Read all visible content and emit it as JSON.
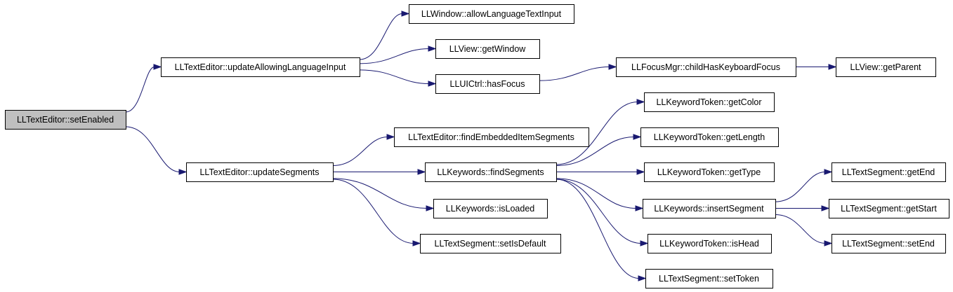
{
  "graph": {
    "colors": {
      "edge": "#191970",
      "root_fill": "#bfbfbf",
      "node_fill": "#ffffff",
      "border": "#000000"
    },
    "nodes": [
      {
        "id": "setEnabled",
        "label": "LLTextEditor::setEnabled",
        "root": true
      },
      {
        "id": "updAllow",
        "label": "LLTextEditor::updateAllowingLanguageInput"
      },
      {
        "id": "updSeg",
        "label": "LLTextEditor::updateSegments"
      },
      {
        "id": "allowLang",
        "label": "LLWindow::allowLanguageTextInput"
      },
      {
        "id": "getWindow",
        "label": "LLView::getWindow"
      },
      {
        "id": "hasFocus",
        "label": "LLUICtrl::hasFocus"
      },
      {
        "id": "childKb",
        "label": "LLFocusMgr::childHasKeyboardFocus"
      },
      {
        "id": "getParent",
        "label": "LLView::getParent"
      },
      {
        "id": "findEmb",
        "label": "LLTextEditor::findEmbeddedItemSegments"
      },
      {
        "id": "findSeg",
        "label": "LLKeywords::findSegments"
      },
      {
        "id": "isLoaded",
        "label": "LLKeywords::isLoaded"
      },
      {
        "id": "setIsDef",
        "label": "LLTextSegment::setIsDefault"
      },
      {
        "id": "getColor",
        "label": "LLKeywordToken::getColor"
      },
      {
        "id": "getLength",
        "label": "LLKeywordToken::getLength"
      },
      {
        "id": "getType",
        "label": "LLKeywordToken::getType"
      },
      {
        "id": "insertSeg",
        "label": "LLKeywords::insertSegment"
      },
      {
        "id": "isHead",
        "label": "LLKeywordToken::isHead"
      },
      {
        "id": "setToken",
        "label": "LLTextSegment::setToken"
      },
      {
        "id": "getEnd",
        "label": "LLTextSegment::getEnd"
      },
      {
        "id": "getStart",
        "label": "LLTextSegment::getStart"
      },
      {
        "id": "setEnd",
        "label": "LLTextSegment::setEnd"
      }
    ],
    "edges": [
      {
        "from": "setEnabled",
        "to": "updAllow"
      },
      {
        "from": "setEnabled",
        "to": "updSeg"
      },
      {
        "from": "updAllow",
        "to": "allowLang"
      },
      {
        "from": "updAllow",
        "to": "getWindow"
      },
      {
        "from": "updAllow",
        "to": "hasFocus"
      },
      {
        "from": "hasFocus",
        "to": "childKb"
      },
      {
        "from": "childKb",
        "to": "getParent"
      },
      {
        "from": "updSeg",
        "to": "findEmb"
      },
      {
        "from": "updSeg",
        "to": "findSeg"
      },
      {
        "from": "updSeg",
        "to": "isLoaded"
      },
      {
        "from": "updSeg",
        "to": "setIsDef"
      },
      {
        "from": "findSeg",
        "to": "getColor"
      },
      {
        "from": "findSeg",
        "to": "getLength"
      },
      {
        "from": "findSeg",
        "to": "getType"
      },
      {
        "from": "findSeg",
        "to": "insertSeg"
      },
      {
        "from": "findSeg",
        "to": "isHead"
      },
      {
        "from": "findSeg",
        "to": "setToken"
      },
      {
        "from": "insertSeg",
        "to": "getEnd"
      },
      {
        "from": "insertSeg",
        "to": "getStart"
      },
      {
        "from": "insertSeg",
        "to": "setEnd"
      }
    ]
  }
}
